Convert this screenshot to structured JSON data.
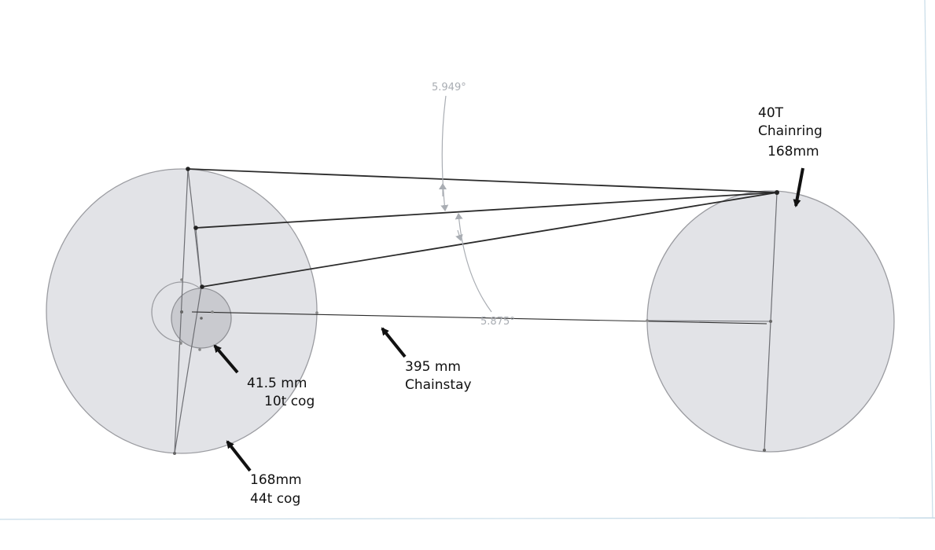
{
  "colors": {
    "disc_fill": "#e2e3e7",
    "disc_stroke": "#9b9ca1",
    "cog_fill": "#c9cacf",
    "line": "#2b2b2b",
    "dimension": "#a9adb3",
    "frame_edge": "#c8dce8"
  },
  "dimensions": {
    "upper_angle": "5.949°",
    "lower_angle": "5.875°"
  },
  "labels": {
    "chainring_line1": "40T",
    "chainring_line2": "Chainring",
    "chainring_line3": "168mm",
    "cog_small_line1": "41.5 mm",
    "cog_small_line2": "10t cog",
    "chainstay_line1": "395 mm",
    "chainstay_line2": "Chainstay",
    "cog_large_line1": "168mm",
    "cog_large_line2": "44t cog"
  },
  "icons": [
    "arrow-icon"
  ]
}
